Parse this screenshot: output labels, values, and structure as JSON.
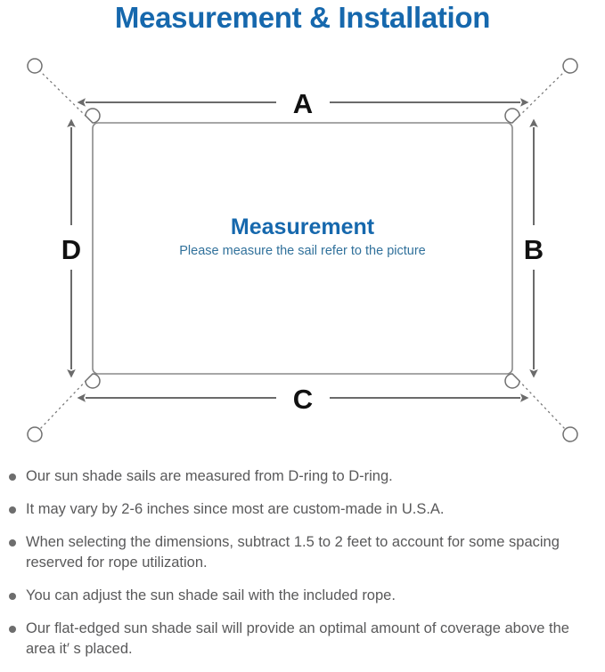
{
  "page": {
    "title": "Measurement & Installation",
    "title_color": "#1668ad"
  },
  "diagram": {
    "name": "sun-shade-sail-measurement-diagram",
    "center_heading": "Measurement",
    "center_subtext": "Please measure the sail refer to the picture",
    "center_heading_color": "#1668ad",
    "center_subtext_color": "#31719b",
    "sail_stroke_color": "#8a8a8a",
    "arrow_color": "#6b6b6b",
    "rope_style": "dotted",
    "dimension_labels": {
      "top": "A",
      "right": "B",
      "bottom": "C",
      "left": "D"
    },
    "anchor_points": [
      {
        "name": "anchor-top-left"
      },
      {
        "name": "anchor-top-right"
      },
      {
        "name": "anchor-bottom-left"
      },
      {
        "name": "anchor-bottom-right"
      }
    ],
    "d_rings": [
      {
        "name": "d-ring-top-left"
      },
      {
        "name": "d-ring-top-right"
      },
      {
        "name": "d-ring-bottom-left"
      },
      {
        "name": "d-ring-bottom-right"
      }
    ]
  },
  "notes": {
    "bullet_color": "#6d6d6d",
    "text_color": "#59595a",
    "items": [
      "Our sun shade sails are measured from D-ring to D-ring.",
      "It may vary by 2-6 inches since most are custom-made in U.S.A.",
      "When selecting the dimensions, subtract 1.5 to 2 feet to account for some spacing reserved for rope utilization.",
      "You can adjust the sun shade sail with the included rope.",
      "Our flat-edged sun shade sail will provide an optimal amount of coverage above the area it′ s placed."
    ]
  }
}
